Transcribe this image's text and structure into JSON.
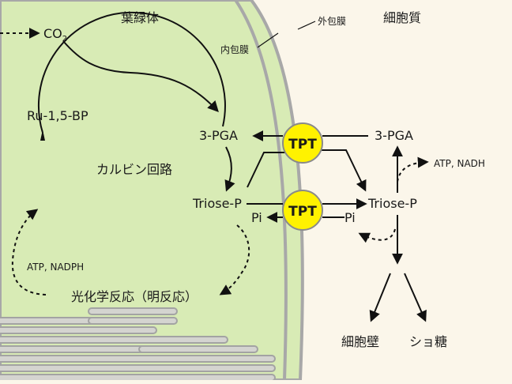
{
  "regions": {
    "chloroplast": "葉緑体",
    "cytoplasm": "細胞質",
    "outer_membrane": "外包膜",
    "inner_membrane": "内包膜"
  },
  "molecules": {
    "co2_base": "CO",
    "co2_sub": "2",
    "rubp": "Ru-1,5-BP",
    "pga_in": "3-PGA",
    "triose_in": "Triose-P",
    "pi_in": "Pi",
    "pga_out": "3-PGA",
    "triose_out": "Triose-P",
    "pi_out": "Pi",
    "cell_wall": "細胞壁",
    "sucrose": "ショ糖"
  },
  "cycle": {
    "label": "カルビン回路"
  },
  "transporters": {
    "tpt_top": "TPT",
    "tpt_bottom": "TPT"
  },
  "cofactors": {
    "chloroplast": "ATP, NADPH",
    "cytoplasm": "ATP, NADH"
  },
  "light_reaction": {
    "label": "光化学反応（明反応）"
  },
  "colors": {
    "stroma": "#d8ebb5",
    "cytoplasm": "#fbf6ea",
    "membrane": "#a8a8a8",
    "transporter": "#fff200"
  }
}
